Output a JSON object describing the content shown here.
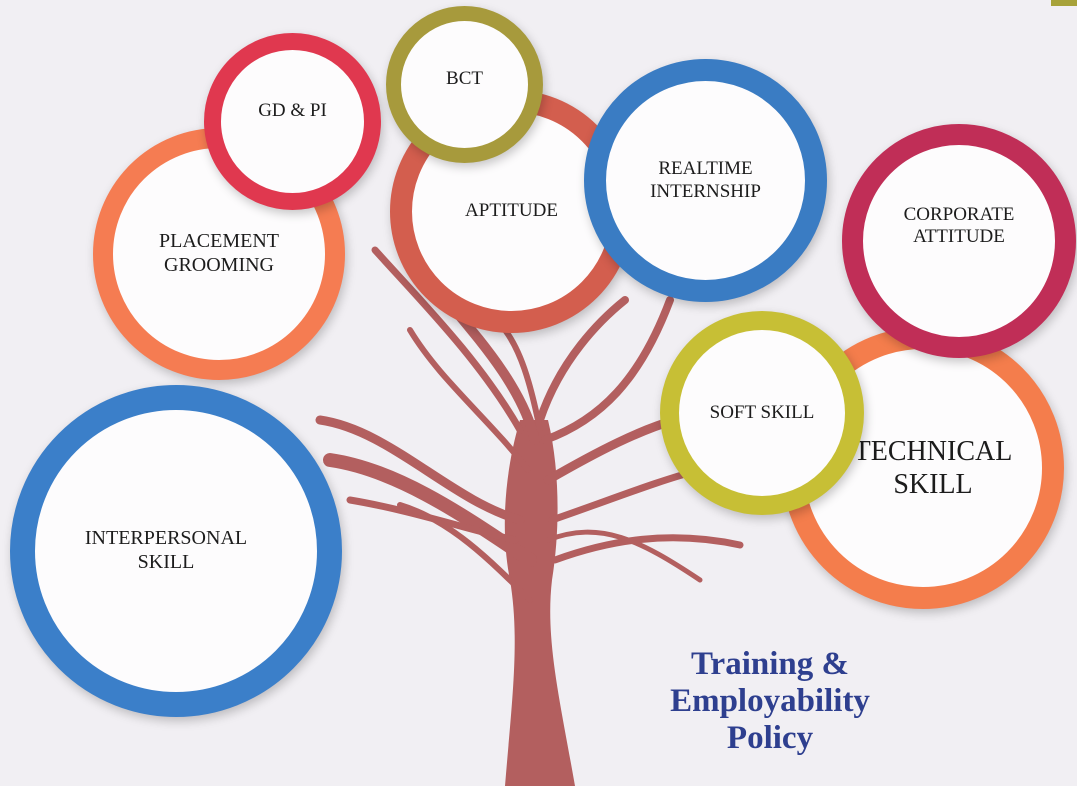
{
  "title": "Training &\nEmployability\nPolicy",
  "circles": {
    "gd_pi": {
      "label": "GD & PI",
      "color": "#e0384f"
    },
    "bct": {
      "label": "BCT",
      "color": "#a79a3c"
    },
    "aptitude": {
      "label": "APTITUDE",
      "color": "#d35e4e"
    },
    "realtime_internship": {
      "label": "REALTIME\nINTERNSHIP",
      "color": "#3a7cc3"
    },
    "placement_grooming": {
      "label": "PLACEMENT\nGROOMING",
      "color": "#f57c52"
    },
    "corporate_attitude": {
      "label": "CORPORATE\nATTITUDE",
      "color": "#c02e57"
    },
    "soft_skill": {
      "label": "SOFT SKILL",
      "color": "#c7bf35"
    },
    "technical_skill": {
      "label": "TECHNICAL\nSKILL",
      "color": "#f47d4c"
    },
    "interpersonal_skill": {
      "label": "INTERPERSONAL\nSKILL",
      "color": "#3b7fc9"
    }
  },
  "tree_color": "#b35f5f",
  "title_color": "#2e3f8f"
}
